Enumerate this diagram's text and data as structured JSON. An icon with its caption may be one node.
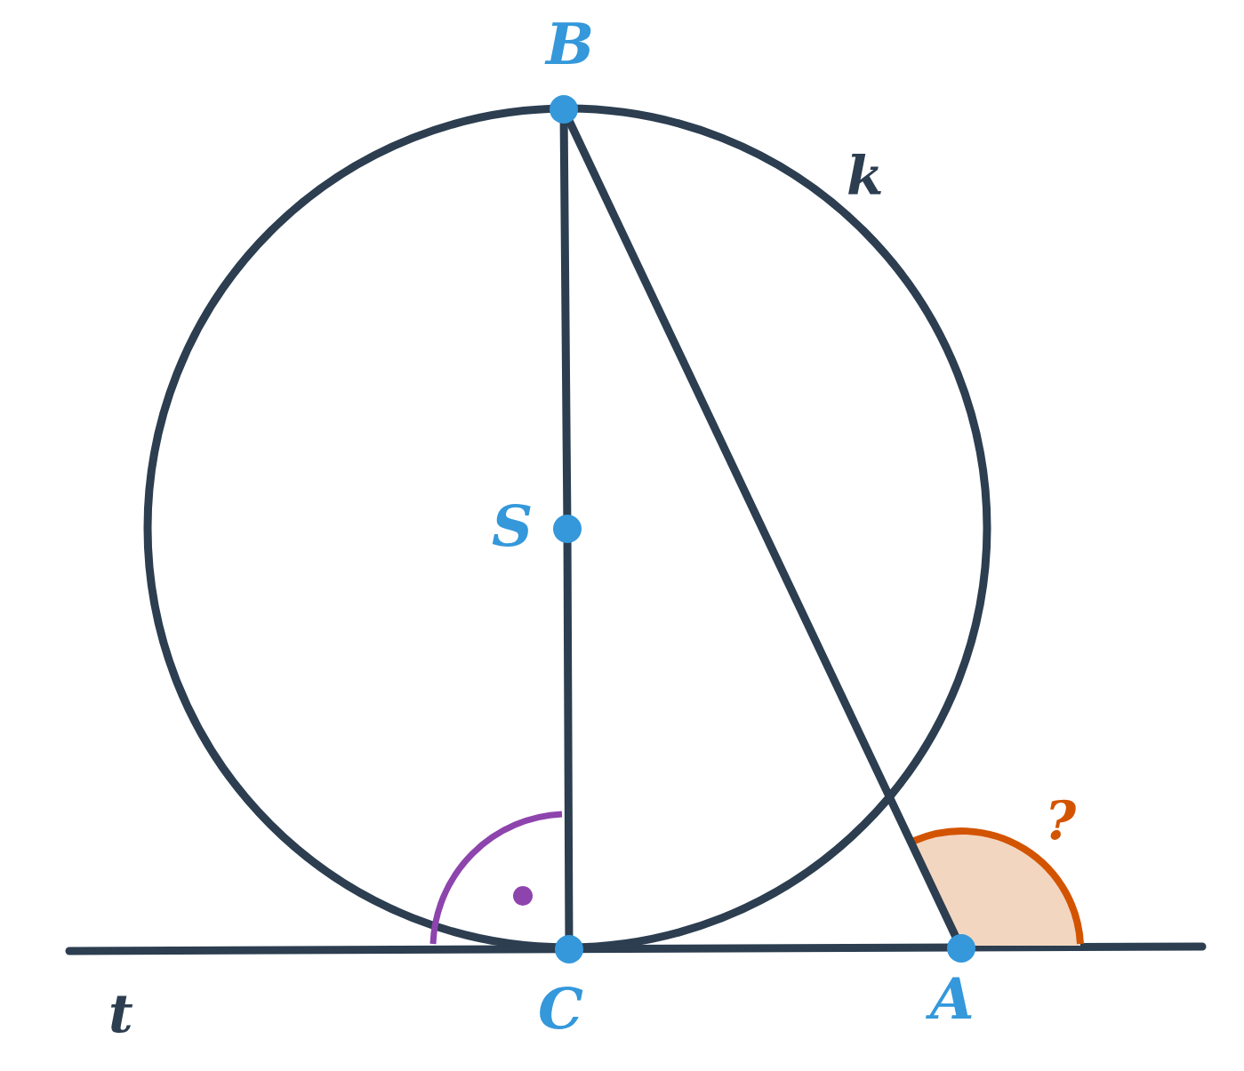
{
  "diagram": {
    "nodes": [
      {
        "text": [
          "B"
        ]
      },
      {
        "text": [
          "S"
        ]
      },
      {
        "text": [
          "C"
        ]
      },
      {
        "text": [
          "A"
        ]
      }
    ],
    "edges": [
      {
        "from": 0,
        "to": 1,
        "arrow": "none"
      },
      {
        "from": 1,
        "to": 2,
        "arrow": "none"
      },
      {
        "from": 0,
        "to": 3,
        "arrow": "none"
      }
    ],
    "labels": [
      "k",
      "?",
      "t"
    ]
  }
}
